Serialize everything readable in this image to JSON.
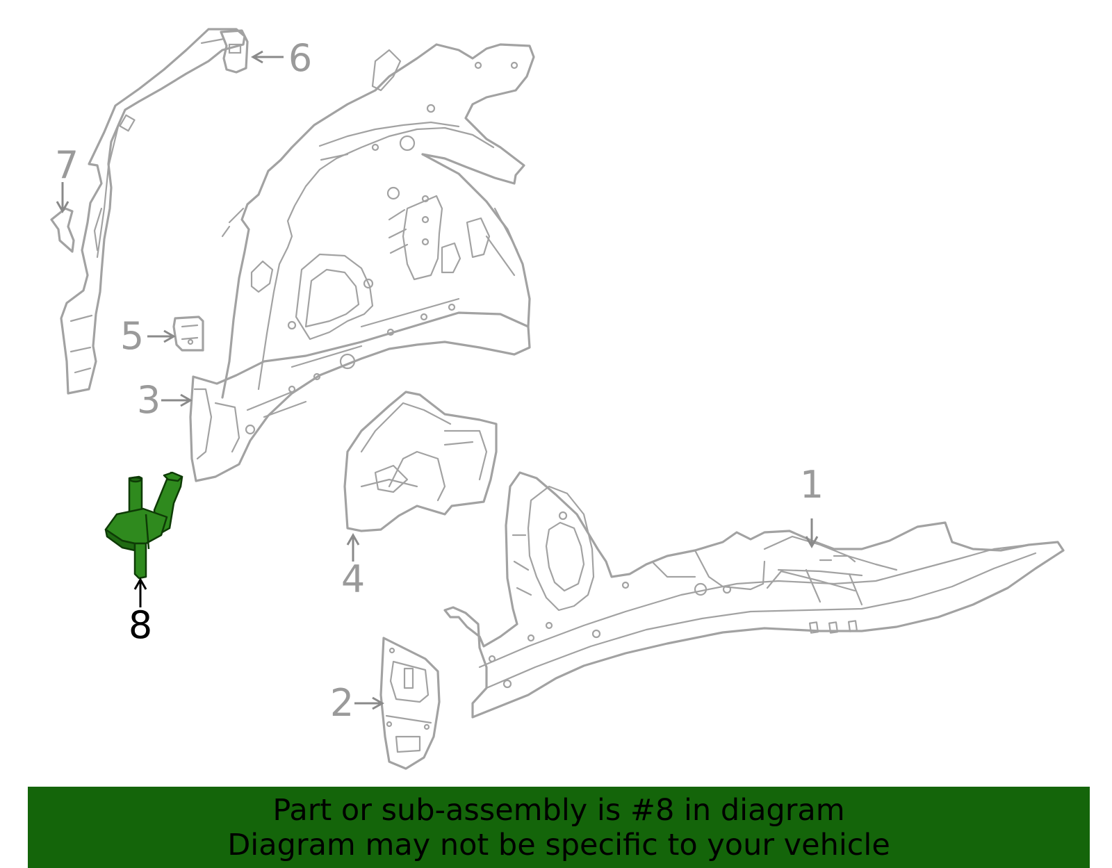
{
  "callouts": [
    {
      "number": "1",
      "selected": false
    },
    {
      "number": "2",
      "selected": false
    },
    {
      "number": "3",
      "selected": false
    },
    {
      "number": "4",
      "selected": false
    },
    {
      "number": "5",
      "selected": false
    },
    {
      "number": "6",
      "selected": false
    },
    {
      "number": "7",
      "selected": false
    },
    {
      "number": "8",
      "selected": true
    }
  ],
  "banner": {
    "line1": "Part or sub-assembly is #8 in diagram",
    "line2": "Diagram may not be specific to your vehicle"
  },
  "colors": {
    "highlight": "#2f8a1e",
    "banner_background": "#14650a",
    "part_outline": "#a2a2a2"
  }
}
